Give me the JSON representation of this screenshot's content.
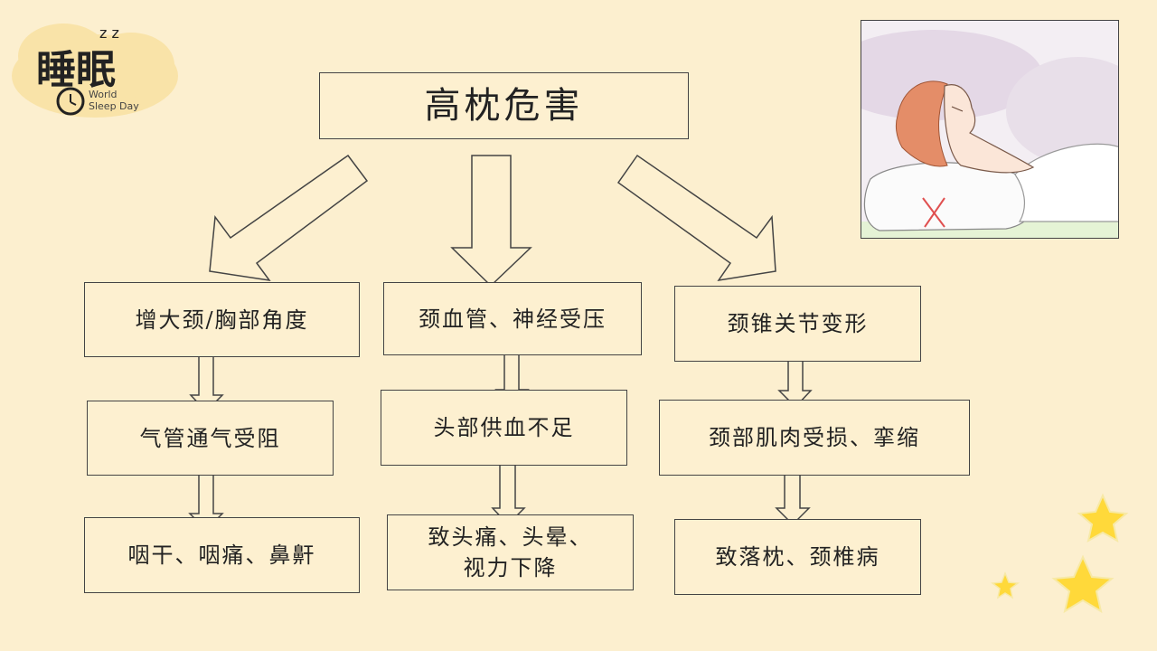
{
  "logo": {
    "chars": "睡眠",
    "zzz": "z z",
    "line1": "World",
    "line2": "Sleep Day"
  },
  "title": "高枕危害",
  "columns": [
    {
      "level1": "增大颈/胸部角度",
      "level2": "气管通气受阻",
      "level3": "咽干、咽痛、鼻鼾"
    },
    {
      "level1": "颈血管、神经受压",
      "level2": "头部供血不足",
      "level3_line1": "致头痛、头晕、",
      "level3_line2": "视力下降"
    },
    {
      "level1": "颈锥关节变形",
      "level2": "颈部肌肉受损、挛缩",
      "level3": "致落枕、颈椎病"
    }
  ],
  "colors": {
    "background": "#fcefcf",
    "border": "#444444",
    "star": "#ffd93a",
    "logo_cloud": "#f9e3a8"
  }
}
